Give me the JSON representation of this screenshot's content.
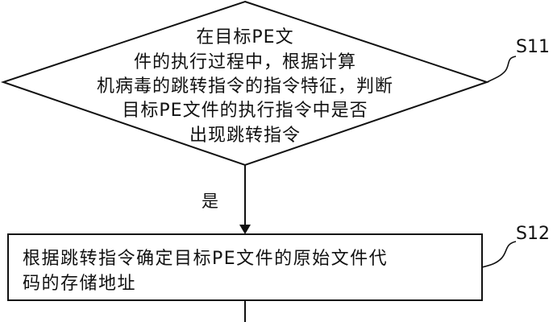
{
  "decision": {
    "lines": [
      "在目标PE文",
      "件的执行过程中，根据计算",
      "机病毒的跳转指令的指令特征，判断",
      "目标PE文件的执行指令中是否",
      "出现跳转指令"
    ],
    "step_label": "S11"
  },
  "branch": {
    "yes_label": "是"
  },
  "process": {
    "lines": [
      "根据跳转指令确定目标PE文件的原始文件代",
      "码的存储地址"
    ],
    "step_label": "S12"
  }
}
